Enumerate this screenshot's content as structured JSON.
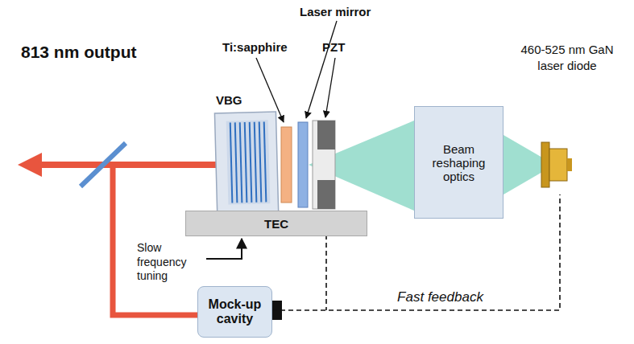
{
  "diagram": {
    "nodes": [
      {
        "text": [
          "TEC"
        ]
      },
      {
        "text": [
          "Beam reshaping optics"
        ]
      },
      {
        "text": [
          "Mock-up cavity"
        ]
      },
      {
        "text": [
          "460-525 nm GaN laser diode"
        ]
      }
    ],
    "edges": [
      {
        "from": 2,
        "to": 3,
        "arrow": "none",
        "label": "Fast feedback"
      }
    ],
    "labels": [
      "813 nm output",
      "VBG",
      "Ti:sapphire",
      "Laser mirror",
      "PZT",
      "Slow frequency tuning"
    ]
  }
}
